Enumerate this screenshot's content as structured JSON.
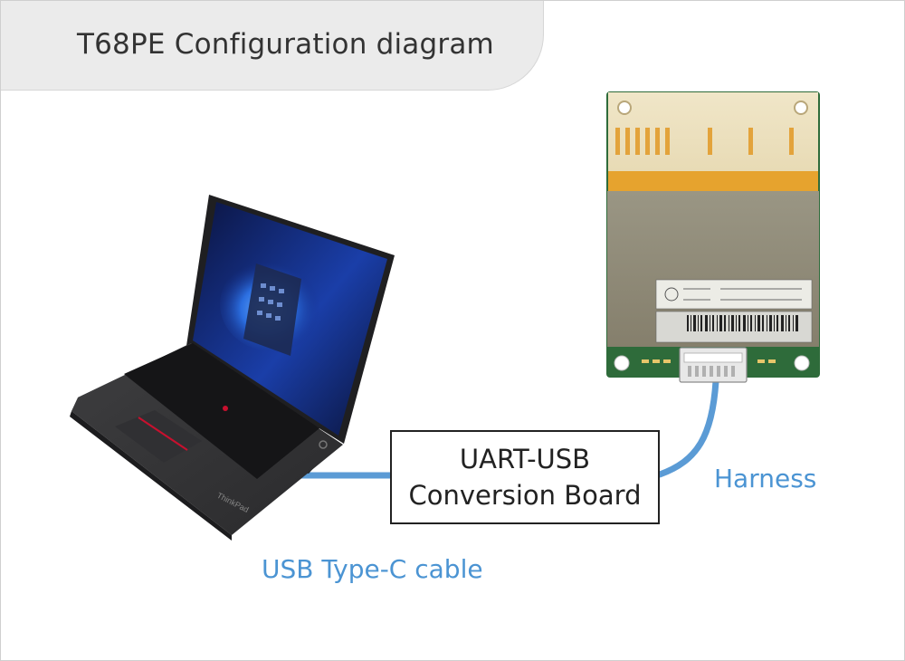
{
  "title": "T68PE Configuration diagram",
  "converter": {
    "line1": "UART-USB",
    "line2": "Conversion Board"
  },
  "labels": {
    "usb_cable": "USB Type-C cable",
    "harness": "Harness"
  },
  "colors": {
    "cable": "#5b9bd5",
    "label": "#4b94d3",
    "title_bg": "#ebebeb"
  },
  "icons": {
    "laptop": "laptop-icon",
    "sensor_module": "sensor-module-icon"
  }
}
